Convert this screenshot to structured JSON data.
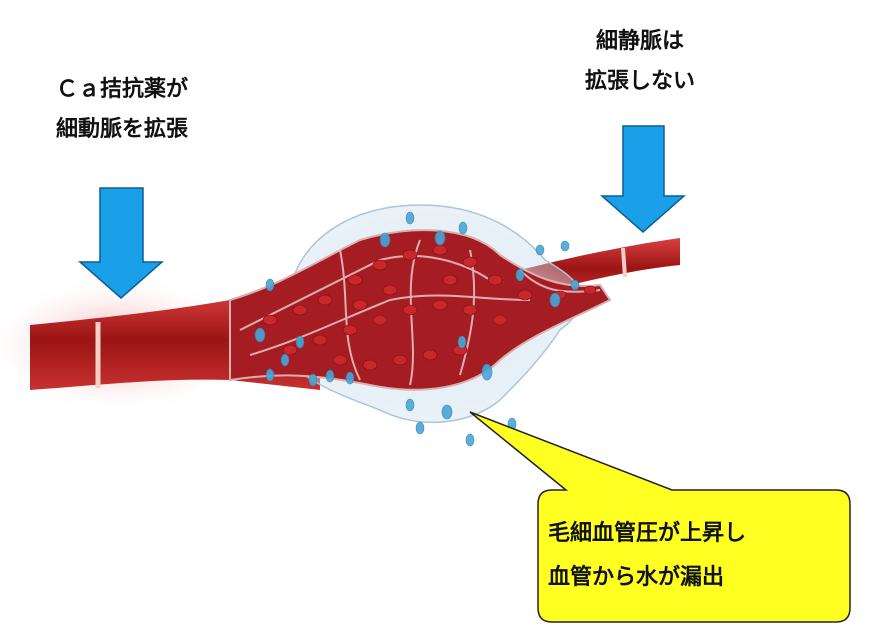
{
  "labels": {
    "left_line1": "Ｃａ拮抗薬が",
    "left_line2": "細動脈を拡張",
    "right_line1": "細静脈は",
    "right_line2": "拡張しない"
  },
  "callout": {
    "line1": "毛細血管圧が上昇し",
    "line2": "血管から水が漏出"
  },
  "colors": {
    "arrow": "#1aa0e8",
    "vessel": "#b32020",
    "callout_fill": "#ffff22",
    "droplet": "#4aa6d6"
  }
}
